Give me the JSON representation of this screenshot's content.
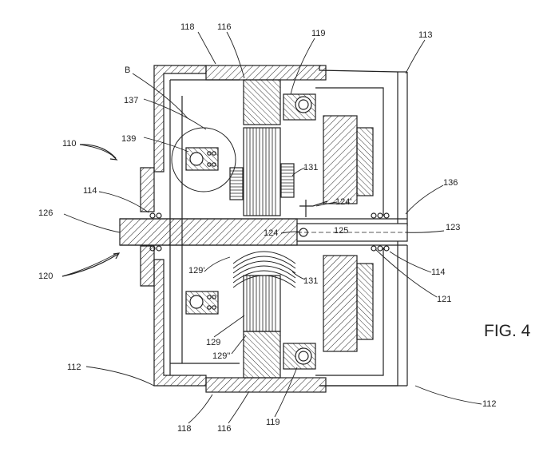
{
  "figure": {
    "title": "FIG. 4"
  },
  "labels": {
    "l118_top": "118",
    "l116_top": "116",
    "l119_top": "119",
    "l113": "113",
    "lB": "B",
    "l137": "137",
    "l139": "139",
    "l110": "110",
    "l131_a": "131",
    "l114_left": "114",
    "l124p": "124'",
    "l136": "136",
    "l126": "126",
    "l124": "124",
    "l125": "125",
    "l123": "123",
    "l120": "120",
    "l129p": "129'",
    "l131_b": "131",
    "l114_right": "114",
    "l121": "121",
    "l129": "129",
    "l129pp": "129\"",
    "l112_left": "112",
    "l112_right": "112",
    "l118_bot": "118",
    "l116_bot": "116",
    "l119_bot": "119"
  },
  "colors": {
    "line": "#222222",
    "paper": "#ffffff"
  }
}
